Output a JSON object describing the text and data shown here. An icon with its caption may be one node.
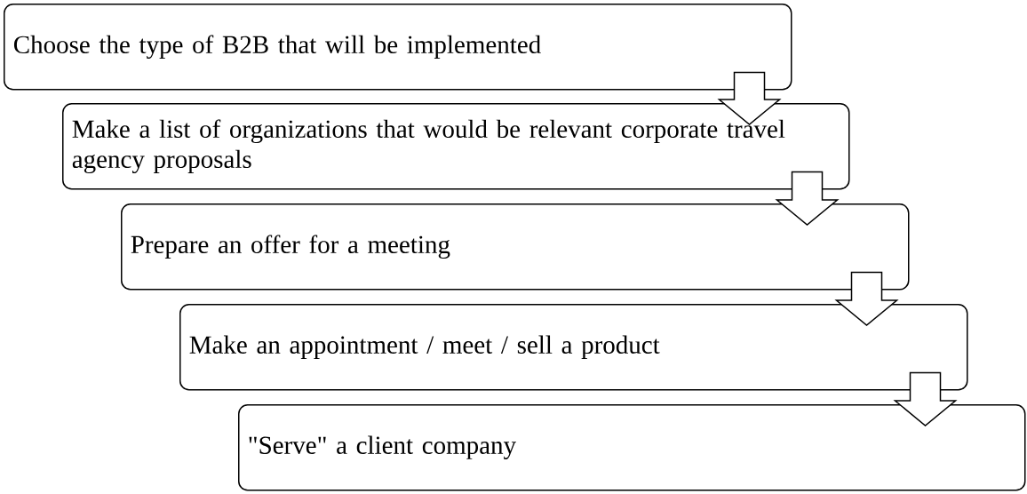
{
  "diagram": {
    "nodes": [
      {
        "text": [
          "Choose the type of B2B that will be implemented"
        ]
      },
      {
        "text": [
          "Make a list of organizations that would be relevant corporate travel agency proposals"
        ]
      },
      {
        "text": [
          "Prepare an offer for a meeting"
        ]
      },
      {
        "text": [
          "Make an appointment / meet / sell a product"
        ]
      },
      {
        "text": [
          "\"Serve\" a client company"
        ]
      }
    ],
    "edges": [
      {
        "from": 0,
        "to": 1,
        "arrow": "to"
      },
      {
        "from": 1,
        "to": 2,
        "arrow": "to"
      },
      {
        "from": 2,
        "to": 3,
        "arrow": "to"
      },
      {
        "from": 3,
        "to": 4,
        "arrow": "to"
      }
    ]
  }
}
